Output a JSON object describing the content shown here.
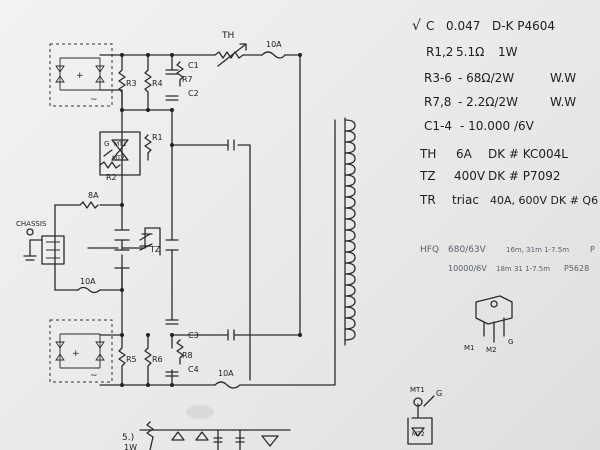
{
  "parts_list": [
    {
      "label": "C",
      "value": "0.047",
      "note": "D-K P4604"
    },
    {
      "label": "R1,2",
      "value": "5.1Ω",
      "note": "1W"
    },
    {
      "label": "R3-6",
      "value": "- 68Ω/2W",
      "note": "W.W"
    },
    {
      "label": "R7,8",
      "value": "- 2.2Ω/2W",
      "note": "W.W"
    },
    {
      "label": "C1-4",
      "value": "- 10.000 /6V",
      "note": ""
    },
    {
      "label": "TH",
      "value": "6A",
      "note": "DK # KC004L"
    },
    {
      "label": "TZ",
      "value": "400V",
      "note": "DK # P7092"
    },
    {
      "label": "TR",
      "value": "triac",
      "note": "40A, 600V DK # Q6"
    }
  ],
  "check_mark": "√",
  "faint_notes": [
    {
      "label": "HFQ",
      "spec": "680/63V",
      "dims": "16m, 31m  1-7.5m",
      "tail": "P"
    },
    {
      "label": "",
      "spec": "10000/6V",
      "dims": "18m  31  1-7.5m",
      "tail": "P5628"
    }
  ],
  "schematic_labels": {
    "TH": "TH",
    "fuse_top": "10A",
    "fuse_bottom": "10A",
    "fuse_left_top": "8A",
    "fuse_left_bottom": "10A",
    "C1": "C1",
    "C2": "C2",
    "C3": "C3",
    "C4": "C4",
    "R1": "R1",
    "R2": "R2",
    "R3": "R3",
    "R4": "R4",
    "R5": "R5",
    "R6": "R6",
    "R7": "R7",
    "R8": "R8",
    "TZ": "TZ",
    "chassis": "CHASSIS",
    "MT1": "MT1",
    "MT2": "MT2",
    "G": "G",
    "bottom_label": "5.)",
    "bottom_label2": "1W"
  },
  "triac_pins": {
    "left": "M1",
    "mid": "M2",
    "right": "G"
  },
  "triac_symbol": {
    "top": "MT1",
    "gate": "G",
    "body": "MT2"
  }
}
